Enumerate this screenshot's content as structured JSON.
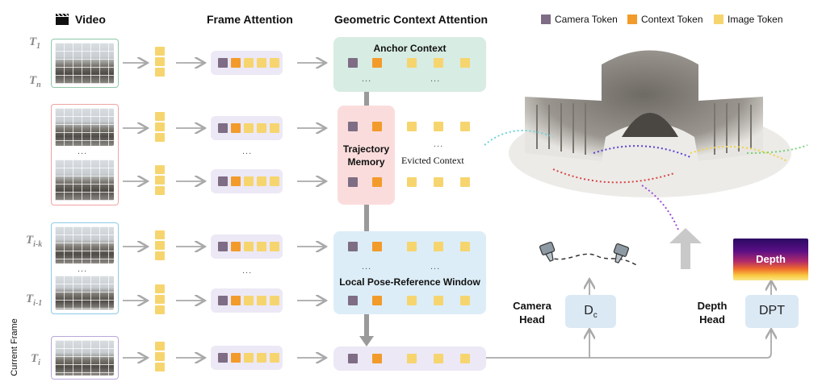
{
  "headers": {
    "video": "Video",
    "frame_attention": "Frame Attention",
    "geometric_context_attention": "Geometric Context Attention"
  },
  "legend": [
    {
      "label": "Camera Token",
      "color": "#7e6d85"
    },
    {
      "label": "Context Token",
      "color": "#f29b2b"
    },
    {
      "label": "Image Token",
      "color": "#f6d56f"
    }
  ],
  "time_labels": {
    "t1": {
      "base": "T",
      "sub": "1"
    },
    "tn": {
      "base": "T",
      "sub": "n"
    },
    "tik": {
      "base": "T",
      "sub": "i-k"
    },
    "ti1": {
      "base": "T",
      "sub": "i-1"
    },
    "ti": {
      "base": "T",
      "sub": "i"
    }
  },
  "current_frame_label": "Current Frame",
  "ellipsis": "...",
  "boxes": {
    "anchor_context": "Anchor Context",
    "trajectory_memory": "Trajectory Memory",
    "evicted_context": "Evicted Context",
    "local_window": "Local Pose-Reference Window"
  },
  "heads": {
    "camera_head_label": "Camera Head",
    "camera_head_module": "D",
    "camera_head_sub": "c",
    "depth_head_label": "Depth Head",
    "depth_head_module": "DPT",
    "depth_map_label": "Depth"
  },
  "colors": {
    "anchor_box": "#d7ece3",
    "trajectory_box": "#fbdcdc",
    "local_box": "#dcedf7",
    "current_box": "#ece8f5",
    "frame_green": "#8fc7a8",
    "frame_red": "#f0a3a3",
    "frame_blue": "#8ccbe8",
    "frame_purple": "#b9a6da"
  }
}
